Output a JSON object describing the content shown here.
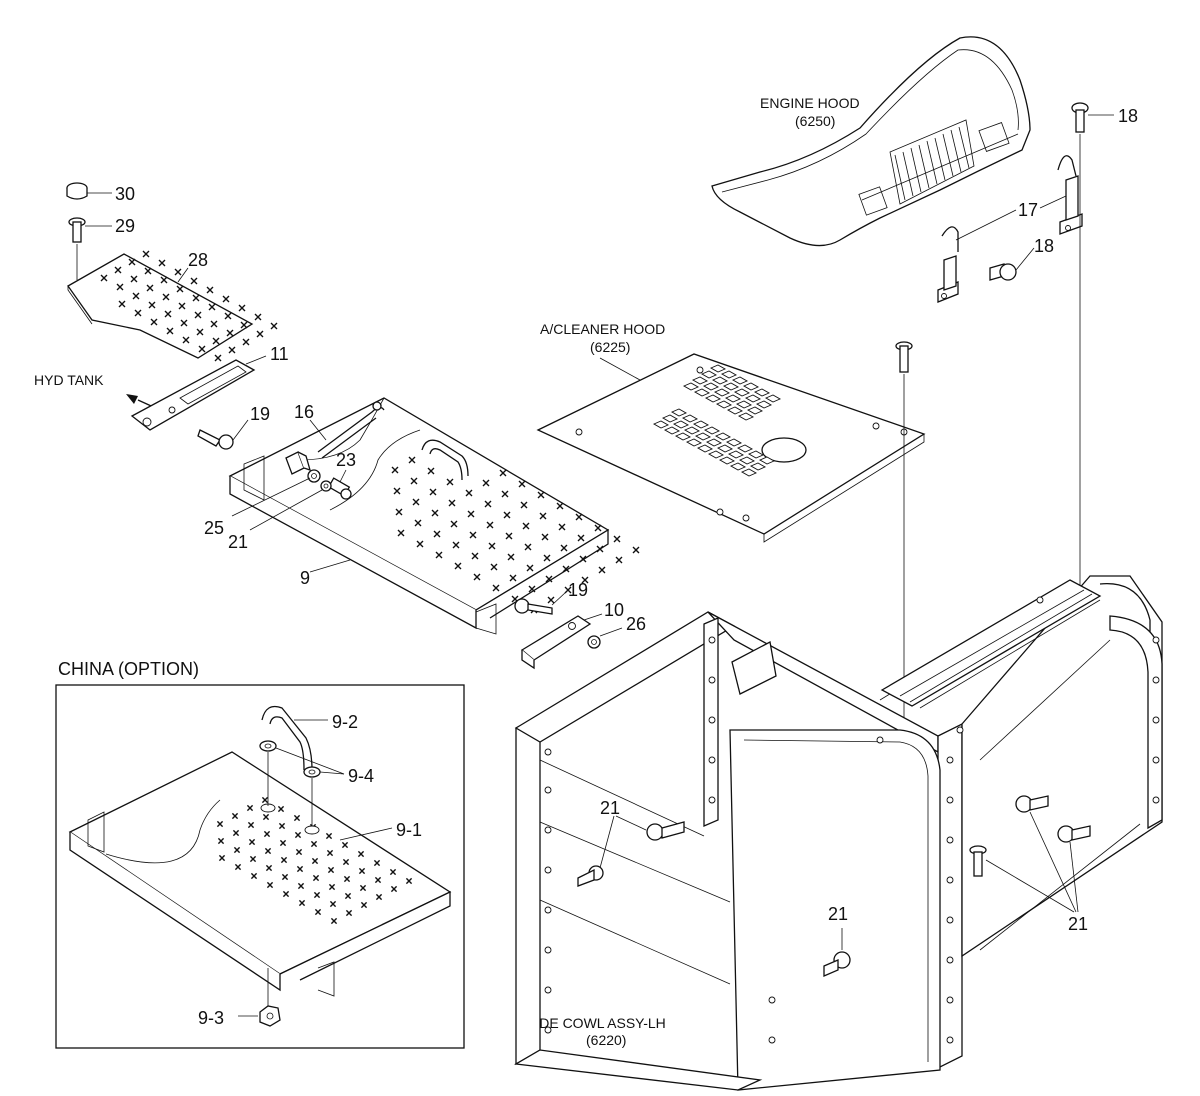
{
  "captions": {
    "engine_hood": "ENGINE HOOD",
    "engine_hood_code": "(6250)",
    "acleaner_hood": "A/CLEANER HOOD",
    "acleaner_hood_code": "(6225)",
    "hyd_tank": "HYD TANK",
    "side_cowl": "SIDE COWL ASSY-LH",
    "side_cowl_code": "(6220)",
    "china_option": "CHINA (OPTION)"
  },
  "callouts": {
    "c30": "30",
    "c29": "29",
    "c28": "28",
    "c11": "11",
    "c19a": "19",
    "c16": "16",
    "c23": "23",
    "c25": "25",
    "c21a": "21",
    "c9": "9",
    "c19b": "19",
    "c10": "10",
    "c26": "26",
    "c18a": "18",
    "c17": "17",
    "c18b": "18",
    "c21b": "21",
    "c21c": "21",
    "c21d": "21",
    "c9_2": "9-2",
    "c9_4": "9-4",
    "c9_1": "9-1",
    "c9_3": "9-3"
  }
}
